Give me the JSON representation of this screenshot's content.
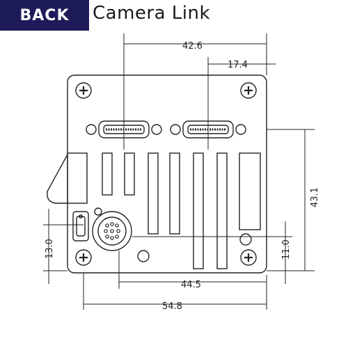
{
  "header": {
    "back_label": "BACK",
    "title": "Camera Link"
  },
  "dimensions": {
    "top_connector_span": "42.6",
    "connector_offset": "17.4",
    "body_height": "43.1",
    "usb_height": "13.0",
    "port_height": "11.0",
    "port_span": "44.5",
    "body_width": "54.8"
  },
  "colors": {
    "header_bg": "#1e1b5a",
    "header_text": "#ffffff",
    "line": "#222222"
  }
}
